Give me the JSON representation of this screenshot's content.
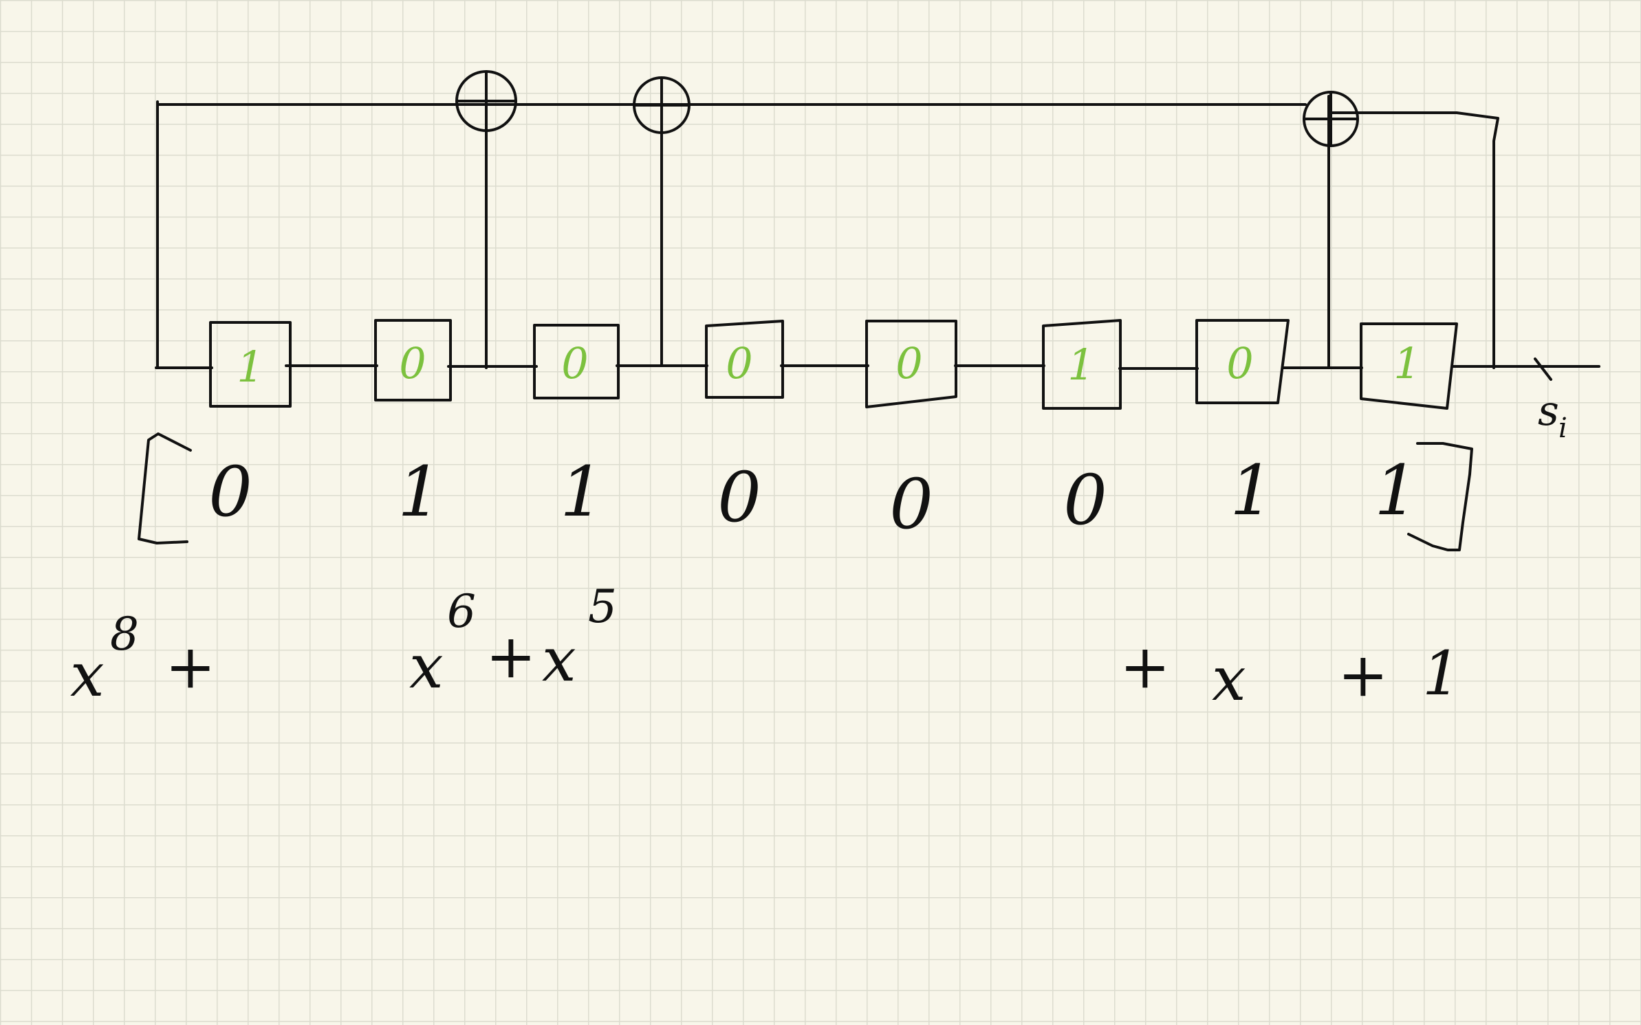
{
  "register": {
    "cells": [
      "1",
      "0",
      "0",
      "0",
      "0",
      "1",
      "0",
      "1"
    ]
  },
  "output_label": "s",
  "output_subscript": "i",
  "tap_vector": [
    "0",
    "1",
    "1",
    "0",
    "0",
    "0",
    "1",
    "1"
  ],
  "polynomial": {
    "t8_base": "x",
    "t8_exp": "8",
    "plus1": "+",
    "t6_base": "x",
    "t6_exp": "6",
    "plus2": "+",
    "t5_base": "x",
    "t5_exp": "5",
    "plus3": "+",
    "t1": "x",
    "plus4": "+",
    "t0": "1"
  },
  "colors": {
    "ink": "#111111",
    "register_values": "#7cc13e",
    "paper": "#f8f6ea",
    "grid": "#dcdccf"
  }
}
